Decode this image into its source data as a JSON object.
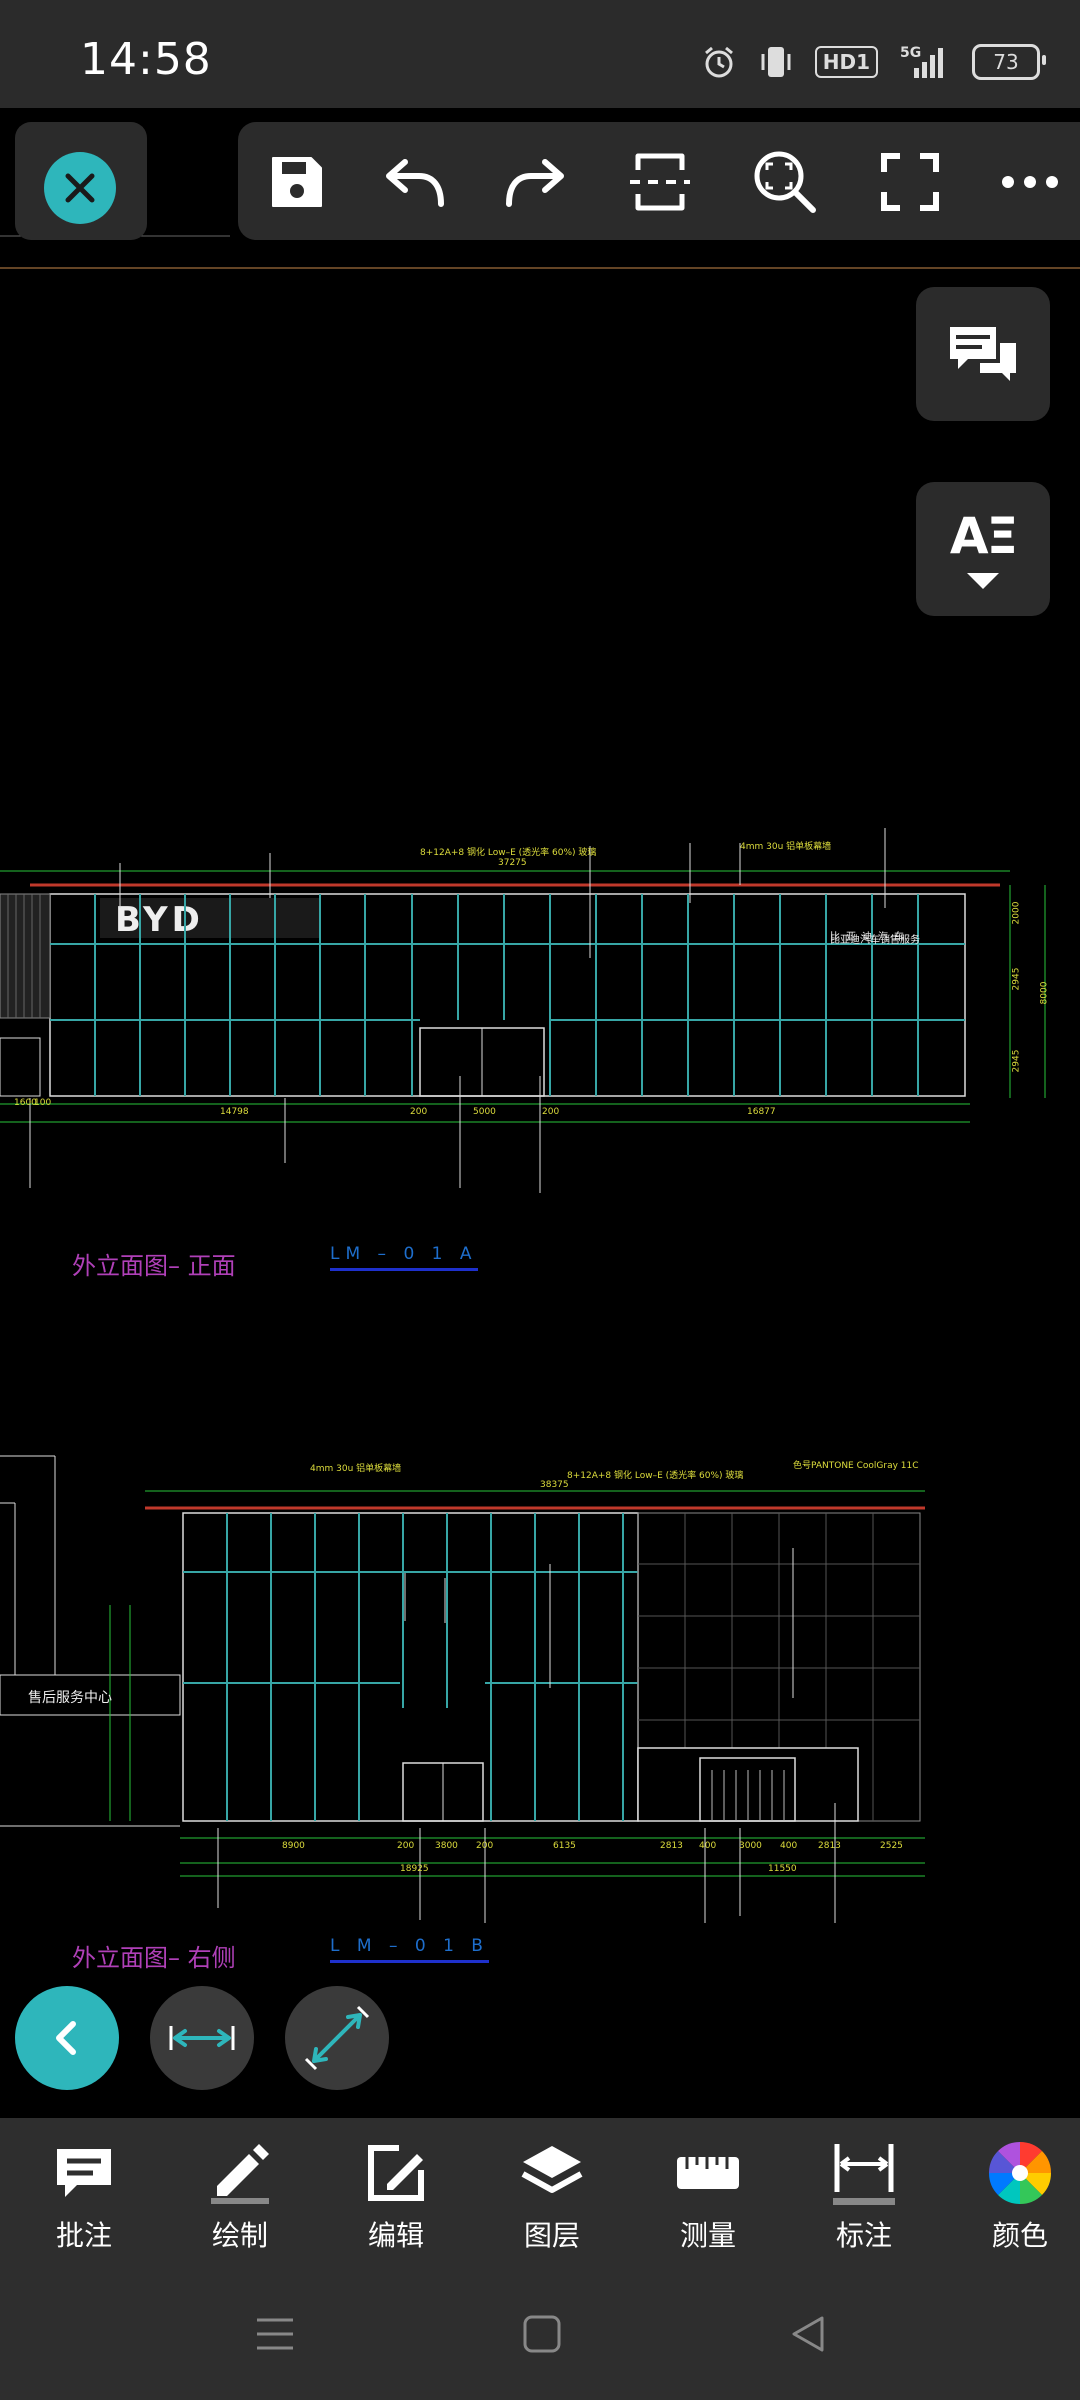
{
  "status_bar": {
    "time": "14:58",
    "network": "5G",
    "hd": "HD1",
    "battery": "73"
  },
  "toolbar": {
    "close": "close-icon",
    "buttons": [
      "save-icon",
      "undo-icon",
      "redo-icon",
      "crop-icon",
      "zoom-icon",
      "fullscreen-icon",
      "more-icon"
    ]
  },
  "side": {
    "comment": "comment-icon",
    "text_style": "AΞ"
  },
  "drawing": {
    "front": {
      "title": "外立面图– 正面",
      "code": "LM – 0 1 A",
      "top_dim": "37275",
      "bottom_dims": [
        "14798",
        "200",
        "5000",
        "200",
        "16877"
      ],
      "left_dims": [
        "1600",
        "100"
      ],
      "right_dims": [
        "2000",
        "2945",
        "2945",
        "8000"
      ],
      "notes": [
        "8+12A+8  钢化 Low–E (透光率 60%) 玻璃",
        "4mm 30u 铝单板幕墙",
        "比亚迪汽车销售服务"
      ]
    },
    "side": {
      "title": "外立面图– 右侧",
      "code": "L M – 0 1 B",
      "top_dim": "38375",
      "bottom_dims_1": [
        "8900",
        "200",
        "3800",
        "200",
        "6135",
        "2813",
        "400",
        "3000",
        "400",
        "2813",
        "2525"
      ],
      "bottom_dims_2": [
        "18925",
        "11550"
      ],
      "notes": [
        "4mm 30u 铝单板幕墙",
        "8+12A+8  钢化 Low–E (透光率 60%) 玻璃",
        "色号PANTONE CoolGray 11C"
      ],
      "sign": "售后服务中心"
    }
  },
  "tools": {
    "back": "chevron-left-icon",
    "linear": "horizontal-dimension-icon",
    "aligned": "aligned-dimension-icon"
  },
  "tabs": [
    {
      "label": "批注",
      "icon": "comment-icon"
    },
    {
      "label": "绘制",
      "icon": "pencil-icon"
    },
    {
      "label": "编辑",
      "icon": "edit-icon"
    },
    {
      "label": "图层",
      "icon": "layers-icon"
    },
    {
      "label": "测量",
      "icon": "ruler-icon"
    },
    {
      "label": "标注",
      "icon": "dimension-icon"
    },
    {
      "label": "颜色",
      "icon": "color-wheel-icon"
    }
  ],
  "nav": [
    "menu-icon",
    "home-icon",
    "back-icon"
  ],
  "colors": {
    "accent": "#2eb6bb",
    "panel": "#2b2b2b",
    "cad_green": "#28c43a",
    "cad_cyan": "#37a6a6",
    "cad_yellow": "#dcdc3c",
    "cad_red": "#c0392b",
    "cad_magenta": "#b040b8",
    "cad_blue": "#1e6ecc"
  }
}
